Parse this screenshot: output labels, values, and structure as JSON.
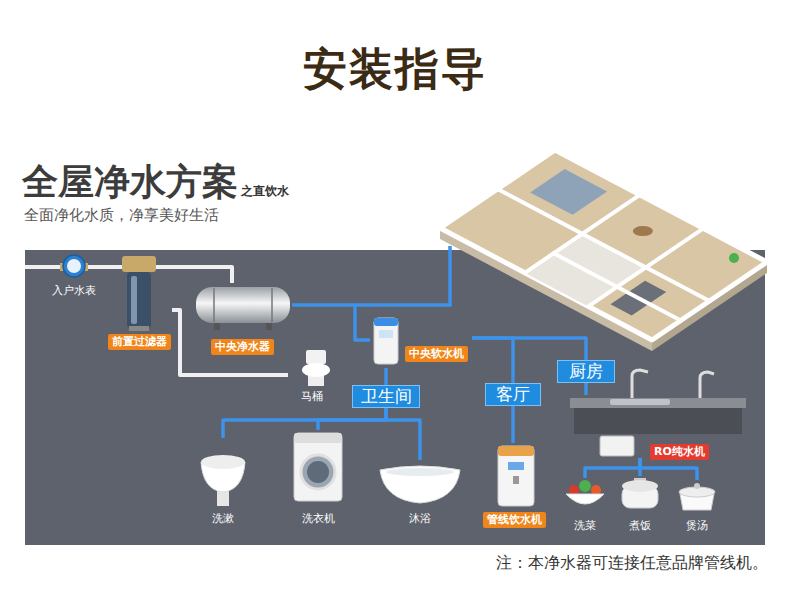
{
  "diagram": {
    "title": "安装指导",
    "nodes": [
      {
        "text": [
          "入户水表"
        ]
      },
      {
        "text": [
          "前置过滤器"
        ]
      },
      {
        "text": [
          "中央净水器"
        ]
      },
      {
        "text": [
          "马桶"
        ]
      },
      {
        "text": [
          "中央软水机"
        ]
      },
      {
        "text": [
          "卫生间"
        ]
      },
      {
        "text": [
          "客厅"
        ]
      },
      {
        "text": [
          "厨房"
        ]
      },
      {
        "text": [
          "洗漱"
        ]
      },
      {
        "text": [
          "洗衣机"
        ]
      },
      {
        "text": [
          "沐浴"
        ]
      },
      {
        "text": [
          "管线饮水机"
        ]
      },
      {
        "text": [
          "RO纯水机"
        ]
      },
      {
        "text": [
          "洗菜"
        ]
      },
      {
        "text": [
          "煮饭"
        ]
      },
      {
        "text": [
          "煲汤"
        ]
      }
    ],
    "edges": [
      {
        "from": 0,
        "to": 1,
        "arrow": "none"
      },
      {
        "from": 1,
        "to": 2,
        "arrow": "none"
      },
      {
        "from": 1,
        "to": 3,
        "arrow": "none"
      },
      {
        "from": 2,
        "to": 4,
        "arrow": "none"
      },
      {
        "from": 4,
        "to": 5,
        "arrow": "none"
      },
      {
        "from": 4,
        "to": 6,
        "arrow": "none"
      },
      {
        "from": 4,
        "to": 7,
        "arrow": "none"
      },
      {
        "from": 7,
        "to": 12,
        "arrow": "none"
      },
      {
        "from": 5,
        "to": 8,
        "arrow": "none"
      },
      {
        "from": 5,
        "to": 9,
        "arrow": "none"
      },
      {
        "from": 5,
        "to": 10,
        "arrow": "none"
      },
      {
        "from": 6,
        "to": 11,
        "arrow": "none"
      },
      {
        "from": 12,
        "to": 13,
        "arrow": "none"
      },
      {
        "from": 12,
        "to": 14,
        "arrow": "none"
      },
      {
        "from": 12,
        "to": 15,
        "arrow": "none"
      }
    ],
    "labels": [
      "全屋净水方案",
      "之直饮水",
      "全面净化水质，净享美好生活",
      "注：本净水器可连接任意品牌管线机。"
    ]
  }
}
